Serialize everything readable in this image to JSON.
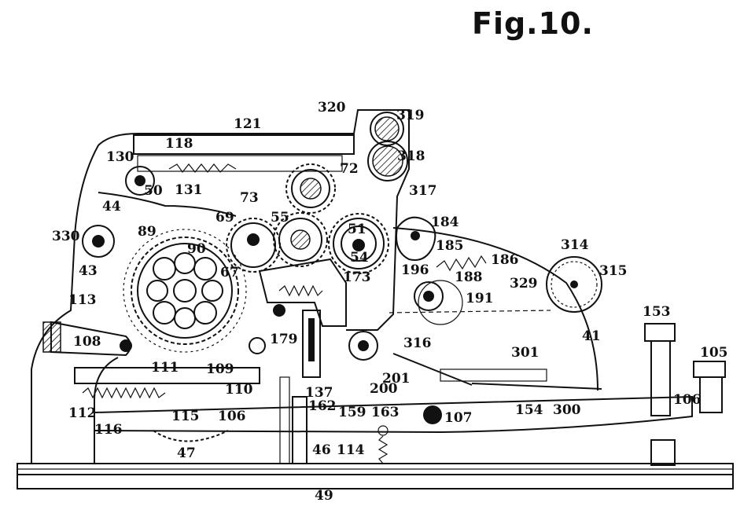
{
  "figure": {
    "title": "Fig.10.",
    "labels": [
      "320",
      "319",
      "121",
      "318",
      "118",
      "130",
      "72",
      "317",
      "131",
      "73",
      "50",
      "44",
      "184",
      "55",
      "69",
      "51",
      "330",
      "89",
      "90",
      "185",
      "186",
      "314",
      "315",
      "54",
      "67",
      "196",
      "188",
      "329",
      "173",
      "43",
      "191",
      "113",
      "41",
      "108",
      "179",
      "316",
      "153",
      "105",
      "111",
      "109",
      "301",
      "110",
      "201",
      "200",
      "137",
      "300",
      "112",
      "162",
      "159",
      "163",
      "115",
      "106",
      "107",
      "154",
      "106",
      "116",
      "47",
      "46",
      "114",
      "49"
    ],
    "colors": {
      "ink": "#111111",
      "paper": "#ffffff"
    }
  }
}
